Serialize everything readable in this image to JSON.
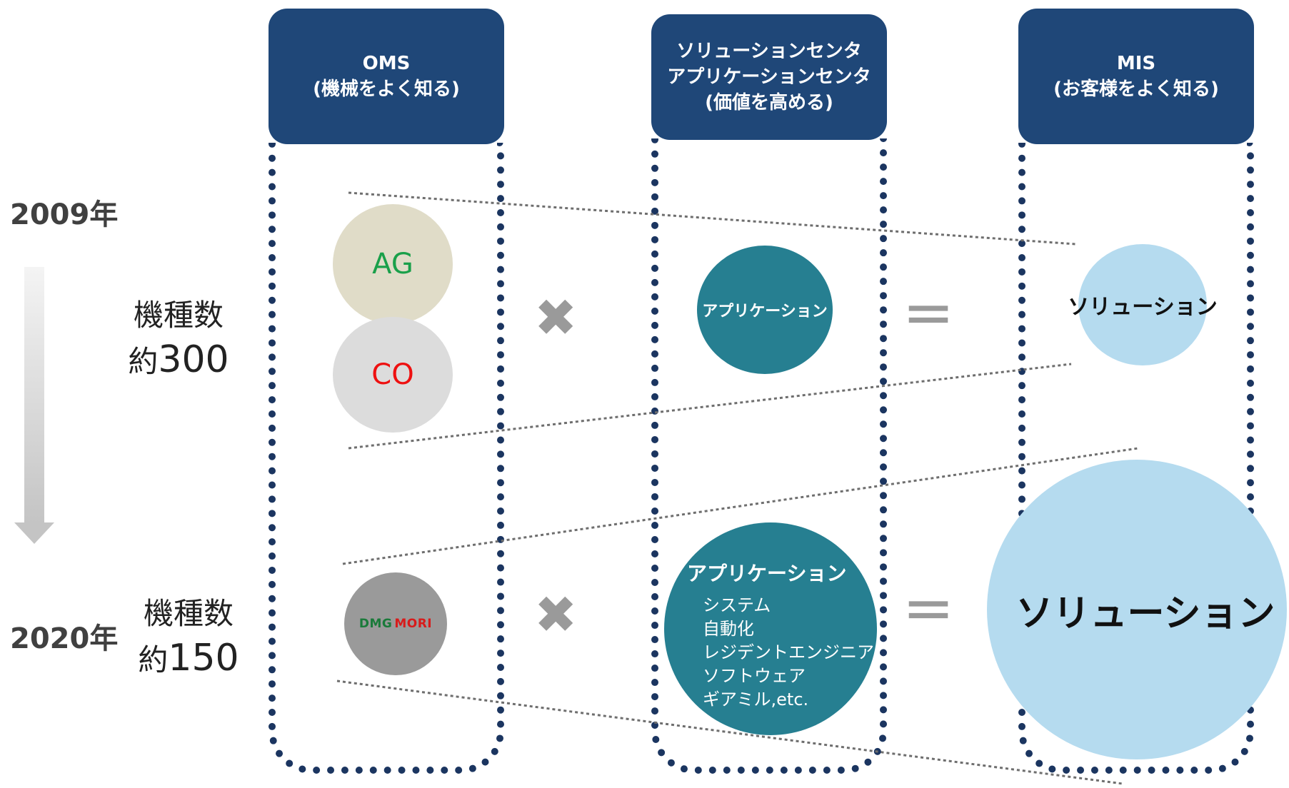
{
  "columns": [
    {
      "line1": "OMS",
      "line2": "(機械をよく知る)"
    },
    {
      "line1": "ソリューションセンタ",
      "line2": "アプリケーションセンタ",
      "line3": "(価値を高める)"
    },
    {
      "line1": "MIS",
      "line2": "(お客様をよく知る)"
    }
  ],
  "rows": [
    {
      "year": "2009年",
      "models_label": "機種数",
      "models_prefix": "約",
      "models_count": "300",
      "brands": [
        "AG",
        "CO"
      ],
      "application": "アプリケーション",
      "solution": "ソリューション"
    },
    {
      "year": "2020年",
      "models_label": "機種数",
      "models_prefix": "約",
      "models_count": "150",
      "brand_logo": {
        "part1": "DMG",
        "part2": "MORI"
      },
      "application": "アプリケーション",
      "application_items": [
        "システム",
        "自動化",
        "レジデントエンジニア",
        "ソフトウェア",
        "ギアミル,etc."
      ],
      "solution": "ソリューション"
    }
  ],
  "operators": {
    "times": "✖",
    "equals": "＝"
  },
  "colors": {
    "header": "#1f4778",
    "frame": "#1b3560",
    "ag_circle": "#e0dcc8",
    "ag_text": "#1aa04a",
    "co_circle": "#dcdcdc",
    "co_text": "#ee1111",
    "app_circle": "#267f91",
    "solution_circle": "#b5dbef",
    "dmg_circle": "#9a9a9a",
    "dmg_green": "#1a7a3a",
    "dmg_red": "#d81b1b"
  },
  "icons": [
    "times-icon",
    "equals-icon",
    "down-arrow-icon"
  ]
}
